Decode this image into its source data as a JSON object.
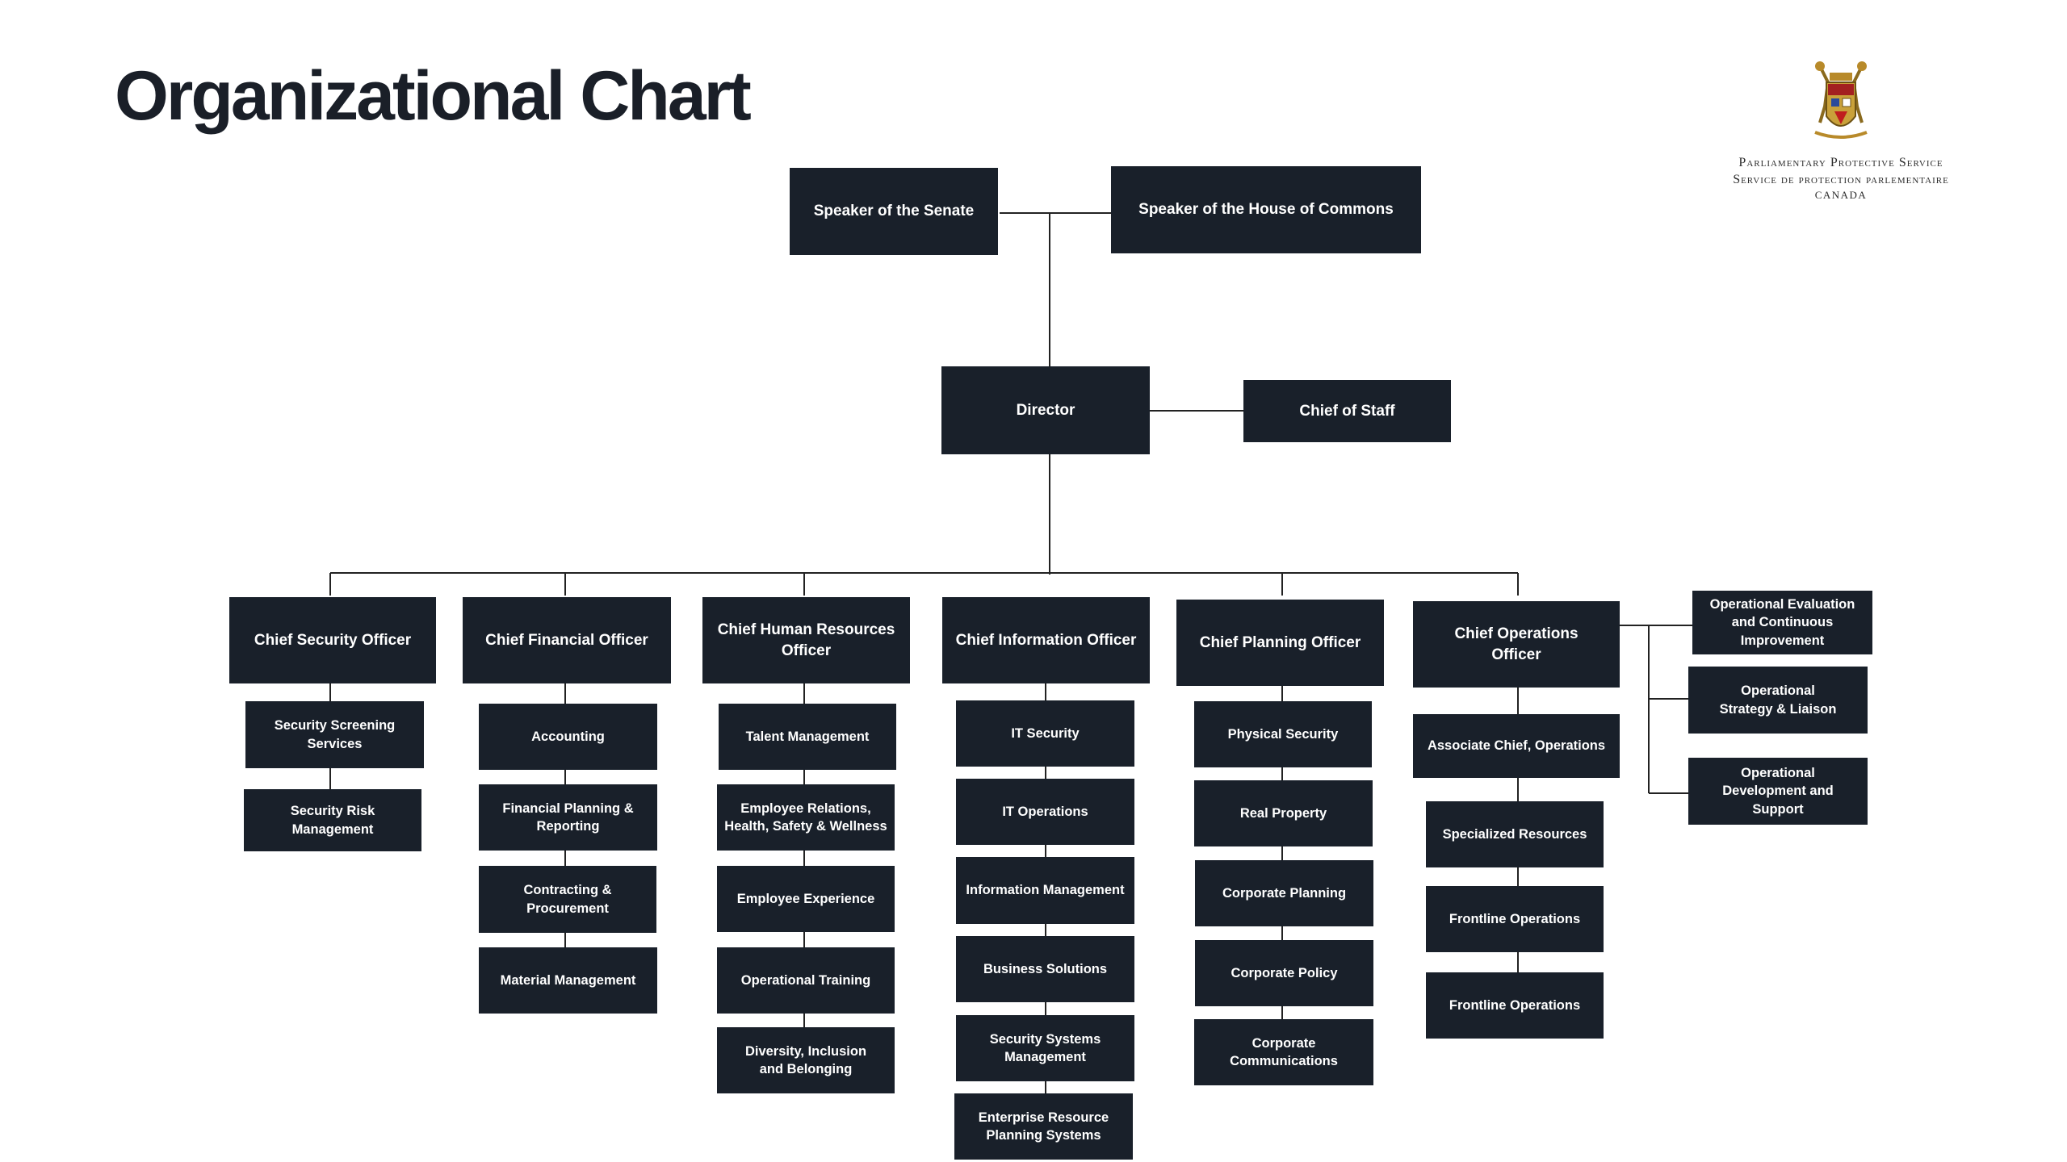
{
  "title": "Organizational Chart",
  "logo": {
    "line1": "Parliamentary Protective Service",
    "line2": "Service de protection parlementaire",
    "line3": "CANADA"
  },
  "colors": {
    "box": "#19202a",
    "text": "#ffffff",
    "line": "#222222",
    "title": "#1a1f28"
  },
  "top": {
    "speaker_senate": "Speaker of the Senate",
    "speaker_commons": "Speaker of the House of Commons",
    "director": "Director",
    "chief_of_staff": "Chief of Staff"
  },
  "chiefs": [
    {
      "title": "Chief Security Officer",
      "units": [
        "Security Screening Services",
        "Security Risk Management"
      ]
    },
    {
      "title": "Chief Financial Officer",
      "units": [
        "Accounting",
        "Financial Planning & Reporting",
        "Contracting & Procurement",
        "Material Management"
      ]
    },
    {
      "title": "Chief Human Resources Officer",
      "units": [
        "Talent Management",
        "Employee Relations, Health, Safety & Wellness",
        "Employee Experience",
        "Operational Training",
        "Diversity, Inclusion and Belonging"
      ]
    },
    {
      "title": "Chief Information Officer",
      "units": [
        "IT Security",
        "IT Operations",
        "Information Management",
        "Business Solutions",
        "Security Systems Management",
        "Enterprise Resource Planning Systems"
      ]
    },
    {
      "title": "Chief Planning Officer",
      "units": [
        "Physical Security",
        "Real Property",
        "Corporate Planning",
        "Corporate Policy",
        "Corporate Communications"
      ]
    },
    {
      "title": "Chief Operations Officer",
      "units": [
        "Associate Chief, Operations",
        "Specialized Resources",
        "Frontline Operations",
        "Frontline Operations"
      ]
    }
  ],
  "operations_side": [
    "Operational Evaluation and Continuous Improvement",
    "Operational Strategy & Liaison",
    "Operational Development and Support"
  ]
}
